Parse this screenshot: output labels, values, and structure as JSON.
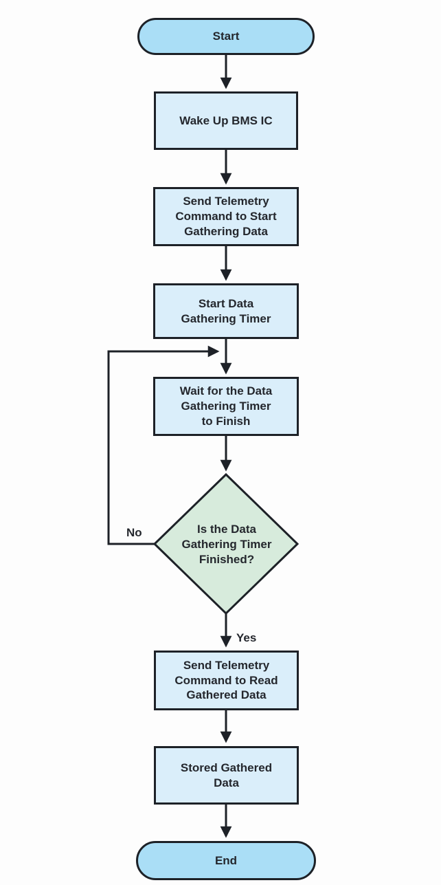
{
  "flowchart": {
    "direction": "top-down",
    "nodes": {
      "start": {
        "type": "terminator",
        "label": "Start"
      },
      "wake_up": {
        "type": "process",
        "label": "Wake Up BMS IC"
      },
      "send_telemetry_start": {
        "type": "process",
        "label": "Send Telemetry\nCommand to Start\nGathering Data"
      },
      "start_timer": {
        "type": "process",
        "label": "Start Data\nGathering Timer"
      },
      "wait_timer": {
        "type": "process",
        "label": "Wait for the Data\nGathering Timer\nto Finish"
      },
      "timer_finished": {
        "type": "decision",
        "label": "Is the Data\nGathering Timer\nFinished?"
      },
      "send_telemetry_read": {
        "type": "process",
        "label": "Send Telemetry\nCommand to Read\nGathered Data"
      },
      "stored_data": {
        "type": "process",
        "label": "Stored Gathered\nData"
      },
      "end": {
        "type": "terminator",
        "label": "End"
      }
    },
    "edge_labels": {
      "no": "No",
      "yes": "Yes"
    },
    "colors": {
      "terminator_fill": "#aadef6",
      "process_fill": "#daeefa",
      "decision_fill": "#d7ebdc",
      "stroke": "#1d2127",
      "text": "#24272d",
      "background": "#fdfdfd"
    }
  }
}
